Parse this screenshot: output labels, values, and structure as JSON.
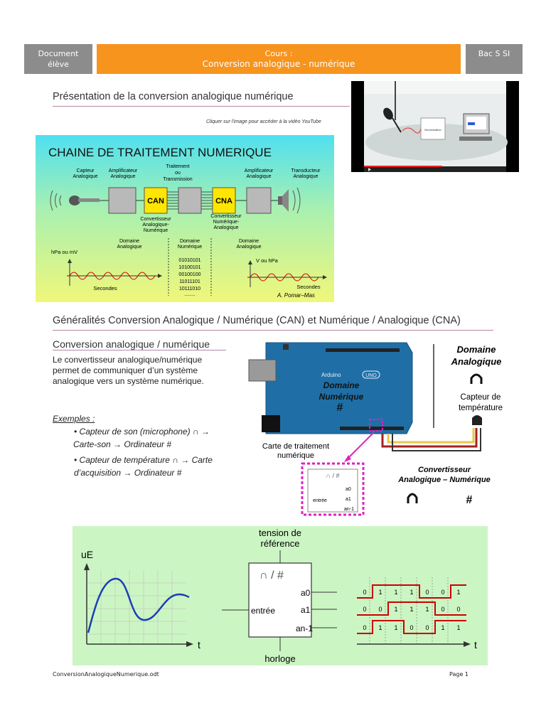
{
  "header": {
    "left_line1": "Document",
    "left_line2": "élève",
    "center_line1": "Cours :",
    "center_line2": "Conversion analogique - numérique",
    "right": "Bac S SI"
  },
  "section1": {
    "title": "Présentation de la conversion analogique numérique",
    "video_caption": "Cliquer sur l'image pour accéder à la vidéo YouTube",
    "video_box_label": "Numérisation"
  },
  "chain": {
    "title": "CHAINE DE TRAITEMENT NUMERIQUE",
    "capteur": [
      "Capteur",
      "Analogique"
    ],
    "ampli1": [
      "Amplificateur",
      "Analogique"
    ],
    "traitement": [
      "Traitement",
      "ou",
      "Transmission"
    ],
    "ampli2": [
      "Amplificateur",
      "Analogique"
    ],
    "transducteur": [
      "Transducteur",
      "Analogique"
    ],
    "can": "CAN",
    "cna": "CNA",
    "can_desc": [
      "Convertisseur",
      "Analogique-",
      "Numérique"
    ],
    "cna_desc": [
      "Convertisseur",
      "Numérique-",
      "Analogique"
    ],
    "dom_analog_left": [
      "Domaine",
      "Analogique"
    ],
    "dom_num": [
      "Domaine",
      "Numérique"
    ],
    "dom_analog_right": [
      "Domaine",
      "Analogique"
    ],
    "unit_left": "hPa ou mV",
    "unit_right": "V ou hPa",
    "seconds_left": "Secondes",
    "seconds_right": "Secondes",
    "bits": [
      "01010101",
      "10100101",
      "00100100",
      "11011101",
      "10111010",
      "........"
    ],
    "signature": "A. Pomar–Mas"
  },
  "section2": {
    "title": "Généralités Conversion Analogique / Numérique (CAN) et Numérique / Analogique (CNA)",
    "subtitle": "Conversion analogique / numérique",
    "para": [
      "Le convertisseur analogique/numérique",
      "permet de communiquer d’un système",
      "analogique vers un système numérique."
    ],
    "examples_title": "Exemples :",
    "example1": [
      "• Capteur de son (microphone) ∩ →",
      "Carte-son → Ordinateur #"
    ],
    "example2": [
      "• Capteur de température ∩ → Carte",
      "d’acquisition  → Ordinateur #"
    ]
  },
  "arduino": {
    "brand": "Arduino",
    "model": "UNO",
    "dom_num": [
      "Domaine",
      "Numérique"
    ],
    "carte": [
      "Carte de traitement",
      "numérique"
    ],
    "dom_analog": [
      "Domaine",
      "Analogique"
    ],
    "capteur": [
      "Capteur de",
      "température"
    ],
    "conv_title": [
      "Convertisseur",
      "Analogique – Numérique"
    ],
    "small_symbol": "∩ / #",
    "small_entree": "entrée",
    "small_a0": "a0",
    "small_a1": "a1",
    "small_an": "an-1"
  },
  "diagram": {
    "ue": "uE",
    "t_left": "t",
    "t_right": "t",
    "tension": [
      "tension de",
      "référence"
    ],
    "symbol": "∩ / #",
    "entree": "entrée",
    "a0": "a0",
    "a1": "a1",
    "an": "an-1",
    "horloge": "horloge",
    "bits_row1": [
      "0",
      "1",
      "1",
      "1",
      "0",
      "0",
      "1"
    ],
    "bits_row2": [
      "0",
      "0",
      "1",
      "1",
      "1",
      "0",
      "0"
    ],
    "bits_row3": [
      "0",
      "1",
      "1",
      "0",
      "0",
      "1",
      "1"
    ]
  },
  "footer": {
    "filename": "ConversionAnalogiqueNumerique.odt",
    "page": "Page 1"
  },
  "colors": {
    "header_gray": "#8c8c8c",
    "header_orange": "#f7941d",
    "chain_bg_top": "#4fe0f0",
    "chain_bg_bottom": "#f0f77a",
    "can_yellow": "#ffe600",
    "diagram_bg": "#ccf5c4",
    "signal_red": "#cc0000",
    "curve_blue": "#1a3fb5",
    "magenta": "#e020c0"
  }
}
